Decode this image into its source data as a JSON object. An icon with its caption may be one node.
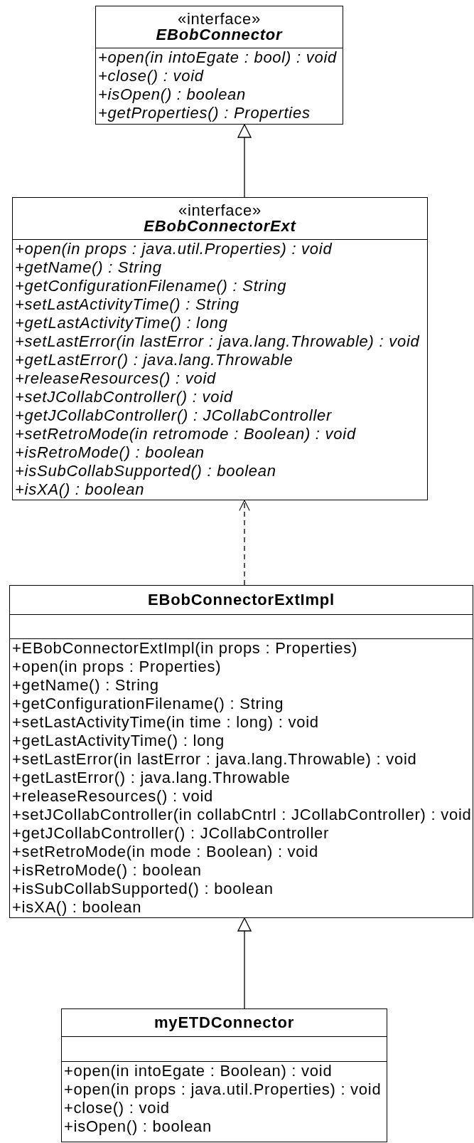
{
  "diagram": {
    "nodes": [
      {
        "text": [],
        "shape": "box"
      },
      {
        "text": [
          "«interface»",
          "EBobConnector"
        ],
        "in": 0
      },
      {
        "text": [
          "+open(in intoEgate : bool) : void",
          "+close() : void",
          "+isOpen() : boolean",
          "+getProperties() : Properties"
        ],
        "in": 0
      },
      {
        "text": [],
        "shape": "box"
      },
      {
        "text": [
          "«interface»",
          "EBobConnectorExt"
        ],
        "in": 3
      },
      {
        "text": [
          "+open(in props : java.util.Properties) : void",
          "+getName() : String",
          "+getConfigurationFilename() : String",
          "+setLastActivityTime() : String",
          "+getLastActivityTime() : long",
          "+setLastError(in lastError : java.lang.Throwable) : void",
          "+getLastError() : java.lang.Throwable",
          "+releaseResources() : void",
          "+setJCollabController() : void",
          "+getJCollabController() : JCollabController",
          "+setRetroMode(in retromode : Boolean) : void",
          "+isRetroMode() : boolean",
          "+isSubCollabSupported() : boolean",
          "+isXA() : boolean"
        ],
        "in": 3
      },
      {
        "text": [],
        "shape": "box"
      },
      {
        "text": [
          "EBobConnectorExtImpl"
        ],
        "in": 6
      },
      {
        "text": [],
        "shape": "box",
        "in": 6
      },
      {
        "text": [
          "+EBobConnectorExtImpl(in props : Properties)",
          "+open(in props : Properties)",
          "+getName() : String",
          "+getConfigurationFilename() : String",
          "+setLastActivityTime(in time : long) : void",
          "+getLastActivityTime() : long",
          "+setLastError(in lastError : java.lang.Throwable) : void",
          "+getLastError() : java.lang.Throwable",
          "+releaseResources() : void",
          "+setJCollabController(in collabCntrl : JCollabController) : void",
          "+getJCollabController() : JCollabController",
          "+setRetroMode(in mode : Boolean) : void",
          "+isRetroMode() : boolean",
          "+isSubCollabSupported() : boolean",
          "+isXA() : boolean"
        ],
        "in": 6
      },
      {
        "text": [],
        "shape": "box"
      },
      {
        "text": [
          "myETDConnector"
        ],
        "in": 10
      },
      {
        "text": [],
        "shape": "box",
        "in": 10
      },
      {
        "text": [
          "+open(in intoEgate : Boolean) : void",
          "+open(in props : java.util.Properties) : void",
          "+close() : void",
          "+isOpen() : boolean"
        ],
        "in": 10
      }
    ],
    "edges": [
      {
        "from": 3,
        "to": 0,
        "arrow": "to"
      },
      {
        "from": 6,
        "to": 3,
        "arrow": "to",
        "style": "dashed"
      },
      {
        "from": 10,
        "to": 6,
        "arrow": "to"
      }
    ]
  }
}
